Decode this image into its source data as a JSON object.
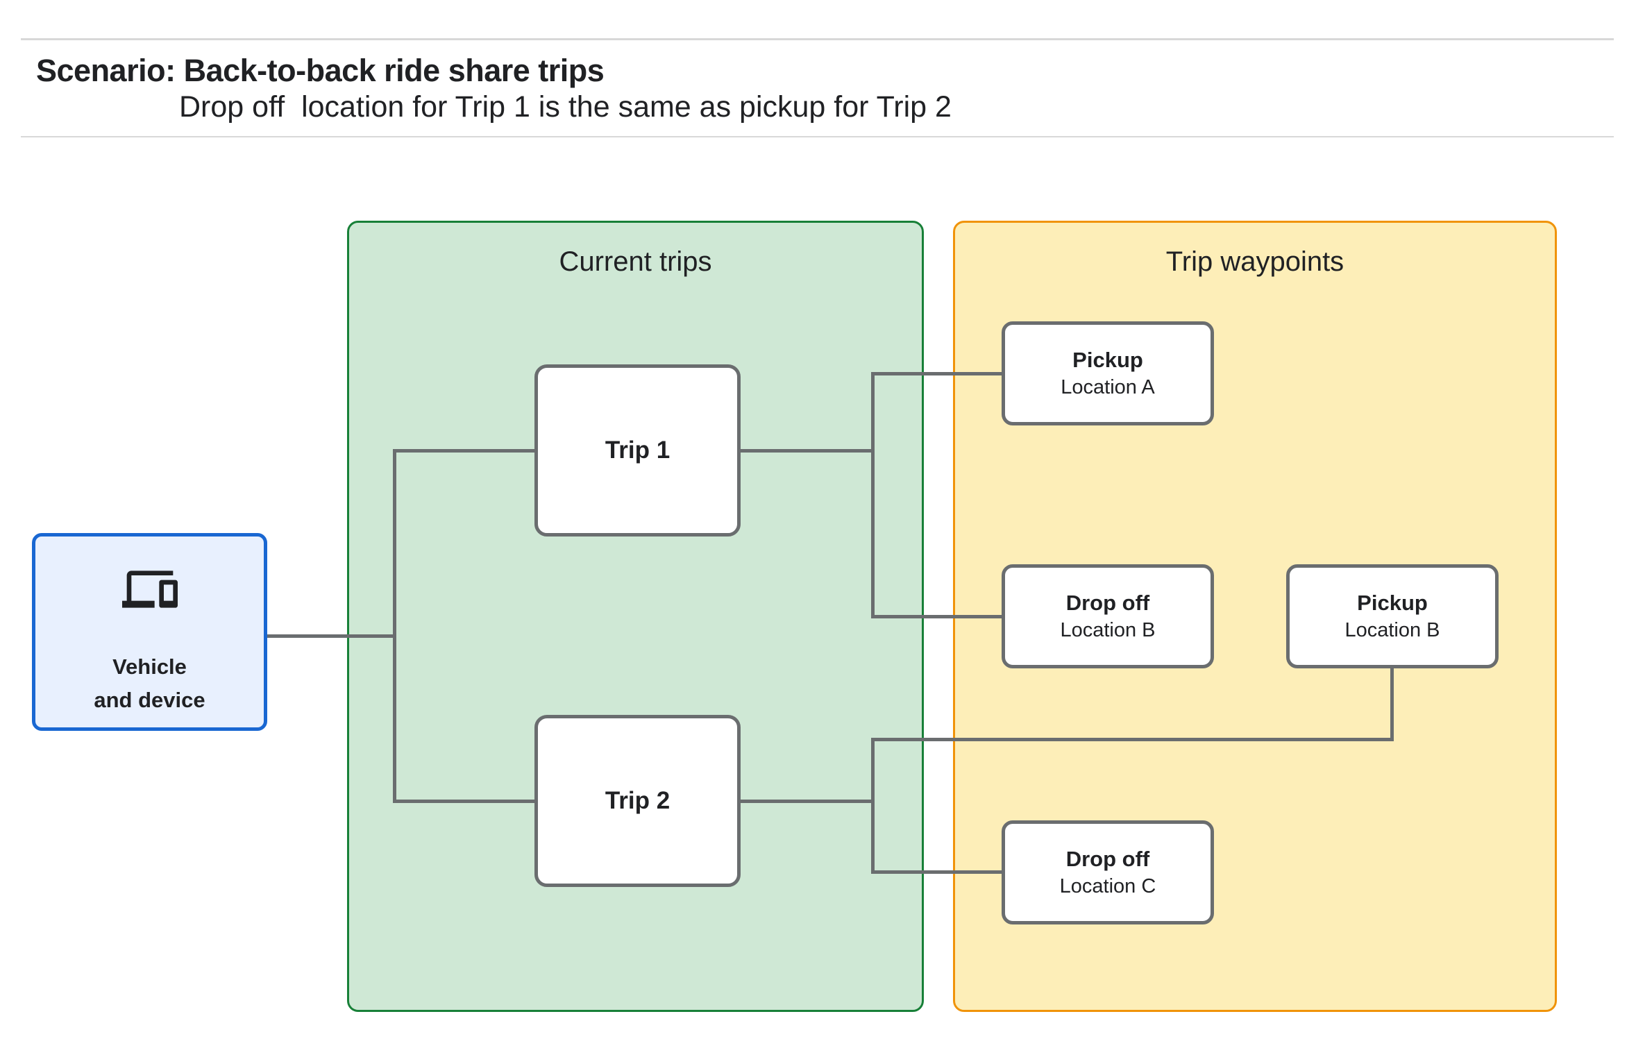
{
  "header": {
    "title": "Scenario: Back-to-back ride share trips",
    "subtitle": "Drop off  location for Trip 1 is the same as pickup for Trip 2"
  },
  "vehicle": {
    "icon": "devices-icon",
    "label_line1": "Vehicle",
    "label_line2": "and device"
  },
  "groups": [
    {
      "title": "Current trips"
    },
    {
      "title": "Trip waypoints"
    }
  ],
  "trips": [
    {
      "label": "Trip 1"
    },
    {
      "label": "Trip 2"
    }
  ],
  "waypoints": [
    {
      "title": "Pickup",
      "subtitle": "Location A"
    },
    {
      "title": "Drop off",
      "subtitle": "Location B"
    },
    {
      "title": "Pickup",
      "subtitle": "Location B"
    },
    {
      "title": "Drop off",
      "subtitle": "Location C"
    }
  ],
  "colors": {
    "text": "#202124",
    "divider": "#d8d8d8",
    "connector": "#6a6d6f",
    "node_border": "#6a6d6f",
    "green_fill": "#cfe8d5",
    "green_border": "#188038",
    "orange_fill": "#fdeeb8",
    "orange_border": "#f09309",
    "vehicle_fill": "#e8f0fe",
    "vehicle_border": "#1967d2"
  }
}
